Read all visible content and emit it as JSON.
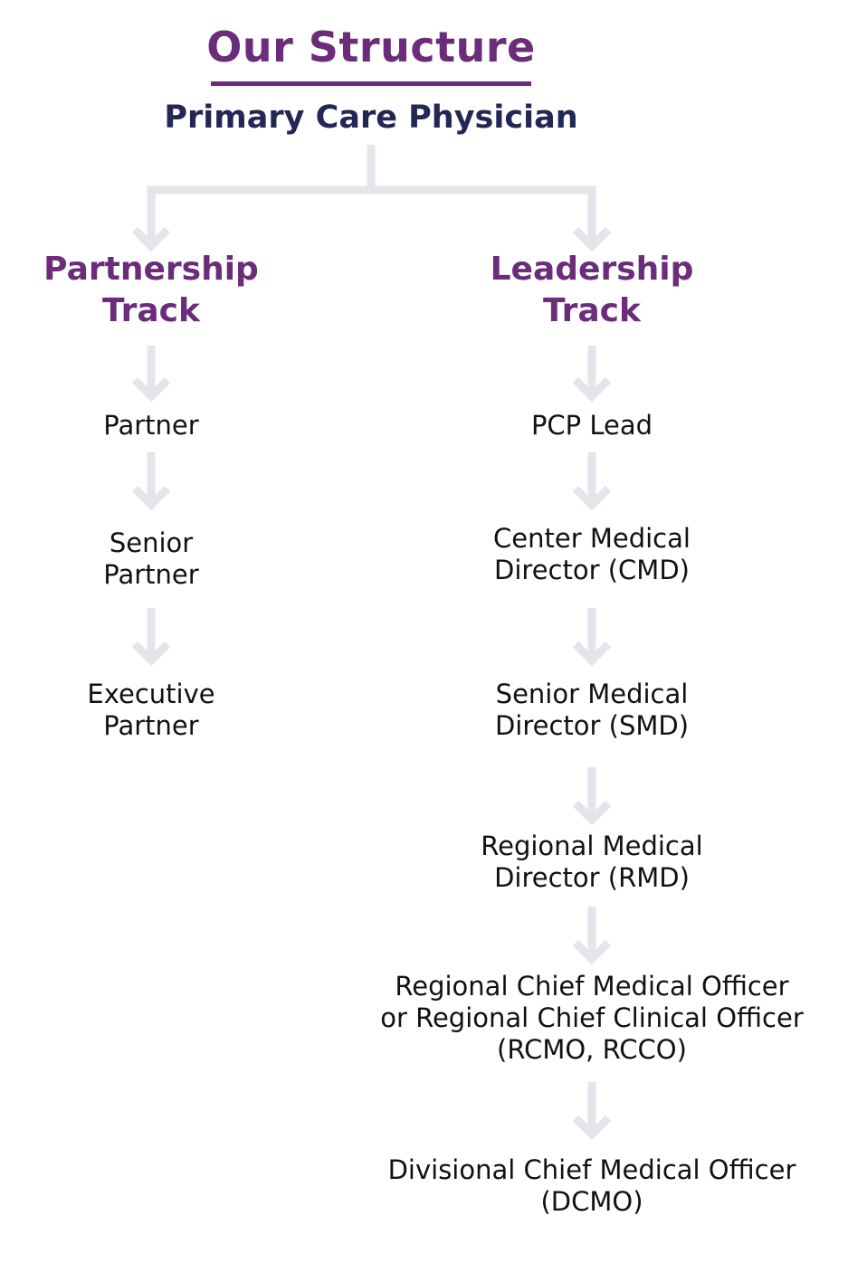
{
  "title": "Our Structure",
  "subtitle": "Primary Care Physician",
  "partnership": {
    "heading": "Partnership\nTrack",
    "items": [
      "Partner",
      "Senior\nPartner",
      "Executive\nPartner"
    ]
  },
  "leadership": {
    "heading": "Leadership\nTrack",
    "items": [
      "PCP Lead",
      "Center Medical\nDirector (CMD)",
      "Senior Medical\nDirector (SMD)",
      "Regional Medical\nDirector (RMD)",
      "Regional Chief Medical Officer\nor Regional Chief Clinical Officer\n(RCMO, RCCO)",
      "Divisional Chief Medical Officer\n(DCMO)"
    ]
  },
  "colors": {
    "accent": "#6b2c7a",
    "subtitle": "#232755",
    "connector": "#e3e5ea",
    "text": "#111111"
  }
}
